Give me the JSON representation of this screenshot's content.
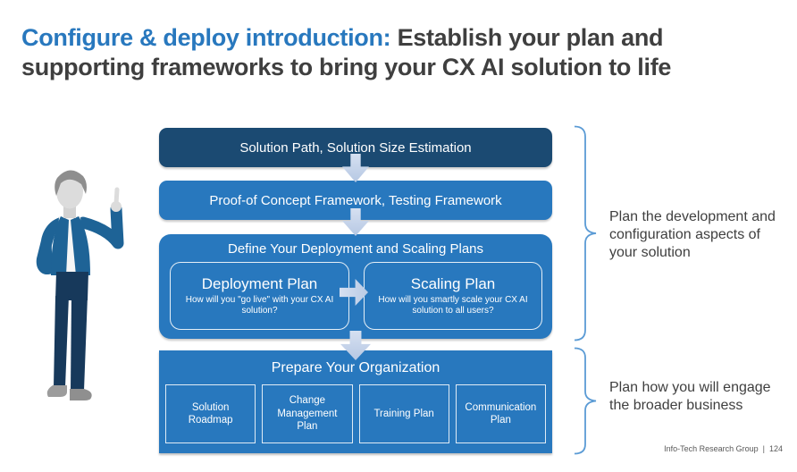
{
  "title": {
    "highlight": "Configure & deploy introduction:",
    "rest": "Establish your plan and supporting frameworks to bring your CX AI solution to life"
  },
  "flow": {
    "step1": {
      "label": "Solution Path, Solution Size Estimation"
    },
    "step2": {
      "label": "Proof-of Concept Framework, Testing Framework"
    },
    "step3": {
      "title": "Define Your Deployment and Scaling Plans",
      "deployment": {
        "title": "Deployment Plan",
        "desc": "How will you \"go live\" with your CX AI solution?"
      },
      "scaling": {
        "title": "Scaling Plan",
        "desc": "How will you smartly scale your CX AI solution to all users?"
      }
    },
    "step4": {
      "title": "Prepare Your Organization",
      "items": [
        "Solution Roadmap",
        "Change Management Plan",
        "Training Plan",
        "Communication Plan"
      ]
    }
  },
  "annotations": {
    "development": "Plan the development and configuration aspects of your solution",
    "engagement": "Plan how you will engage the broader business"
  },
  "footer": {
    "brand": "Info-Tech Research Group",
    "separator": "|",
    "page": "124"
  },
  "colors": {
    "accent_blue": "#2878BE",
    "dark_navy": "#1B4A72",
    "arrow_fill": "#C7D5EA",
    "bracket_blue": "#5B9BD5",
    "title_blue": "#2878BE",
    "body_text": "#3F3F3F",
    "footer_text": "#595959"
  },
  "icons": {
    "person": "presenter-person-illustration",
    "down_arrow": "down-block-arrow",
    "right_arrow": "right-block-arrow",
    "bracket": "right-brace-bracket"
  }
}
